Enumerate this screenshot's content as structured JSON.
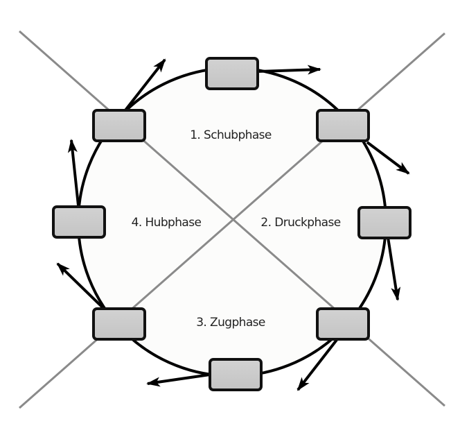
{
  "diagram": {
    "type": "cycle",
    "phases": [
      {
        "label": "1. Schubphase"
      },
      {
        "label": "2. Druckphase"
      },
      {
        "label": "3. Zugphase"
      },
      {
        "label": "4. Hubphase"
      }
    ],
    "node_count": 8,
    "colors": {
      "circle_fill": "#fcfcfb",
      "circle_stroke": "#000000",
      "node_fill": "#c9c9c9",
      "node_stroke": "#111111",
      "divider": "#8a8a8a",
      "arrow": "#000000"
    }
  }
}
